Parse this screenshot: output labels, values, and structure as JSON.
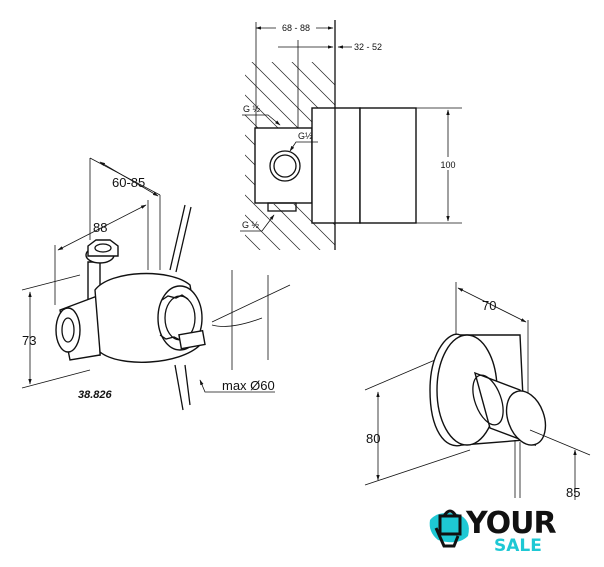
{
  "top_view": {
    "dim_depth": "68 - 88",
    "dim_wall": "32 - 52",
    "dim_height": "100",
    "thread_top": "G ½",
    "thread_side": "G½",
    "thread_bottom": "G ½"
  },
  "left_view": {
    "dim_range": "60-85",
    "dim_width": "88",
    "dim_height": "73",
    "dim_max": "max  Ø60",
    "article_number": "38.826"
  },
  "right_view": {
    "dim_diameter": "70",
    "dim_height": "80",
    "dim_depth": "85"
  },
  "logo": {
    "word1": "YOUR",
    "word2": "SALE",
    "accent": "#1ec8d4",
    "dark": "#111111"
  }
}
